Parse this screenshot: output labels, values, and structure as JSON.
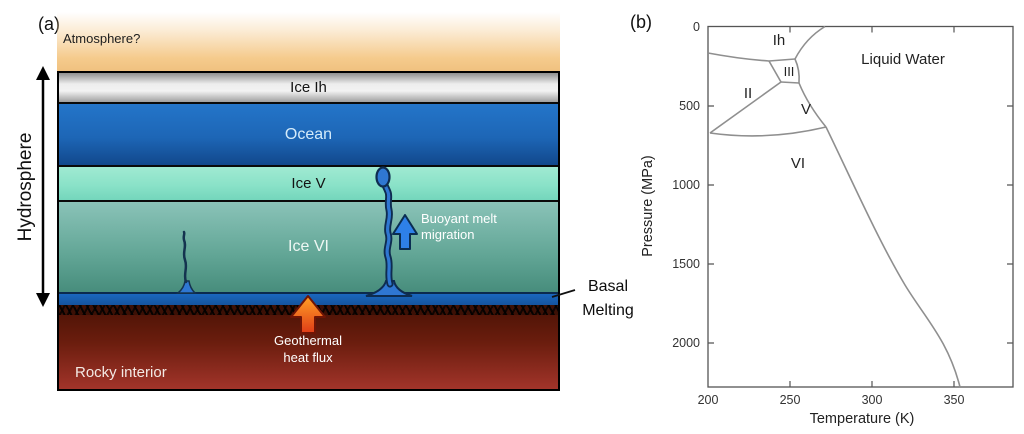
{
  "figure": {
    "panel_a": {
      "tag": "(a)",
      "atmosphere_label": "Atmosphere?",
      "hydrosphere_label": "Hydrosphere",
      "layers": [
        {
          "label": "Ice Ih"
        },
        {
          "label": "Ocean"
        },
        {
          "label": "Ice V"
        },
        {
          "label": "Ice VI"
        }
      ],
      "rocky_label": "Rocky interior",
      "buoyant_line1": "Buoyant melt",
      "buoyant_line2": "migration",
      "geo_line1": "Geothermal",
      "geo_line2": "heat flux",
      "basal_line1": "Basal",
      "basal_line2": "Melting",
      "colors": {
        "atmosphere": "#f5cb8d",
        "ice_ih": "#e0e0e0",
        "ocean_top": "#2475c9",
        "ocean_bottom": "#12488c",
        "ice_v": "#8ae2c8",
        "ice_vi_top": "#8ac3b8",
        "ice_vi_bottom": "#478d7c",
        "basal_melt_layer": "#1a67be",
        "rocky_top": "#4a1205",
        "rocky_bottom": "#a2342a",
        "melt_channel_fill": "#2f77d2",
        "melt_channel_outline": "#0e2c50",
        "buoyant_arrow": "#2e80e8",
        "geothermal_arrow_top": "#ffa127",
        "geothermal_arrow_bottom": "#e03c17"
      }
    },
    "panel_b": {
      "tag": "(b)"
    }
  },
  "chart_data": {
    "type": "line",
    "description": "Water phase diagram: pressure (inverted axis, 0 at top) vs temperature with stability fields of ices and liquid water",
    "xlabel": "Temperature (K)",
    "ylabel": "Pressure (MPa)",
    "xlim": [
      200,
      387
    ],
    "ylim_top_to_bottom": [
      0,
      2280
    ],
    "x_ticks": [
      "200",
      "250",
      "300",
      "350"
    ],
    "y_ticks": [
      "0",
      "500",
      "1000",
      "1500",
      "2000"
    ],
    "regions": [
      {
        "label": "Ih"
      },
      {
        "label": "II"
      },
      {
        "label": "III"
      },
      {
        "label": "V"
      },
      {
        "label": "VI"
      },
      {
        "label": "Liquid Water"
      }
    ],
    "boundaries": {
      "ih_liquid": [
        [
          273,
          0
        ],
        [
          262,
          80
        ],
        [
          254,
          209
        ]
      ],
      "ih_ii": [
        [
          200,
          165
        ],
        [
          221,
          200
        ],
        [
          238,
          215
        ]
      ],
      "ih_iii": [
        [
          238,
          215
        ],
        [
          254,
          209
        ]
      ],
      "ii_iii": [
        [
          238,
          215
        ],
        [
          246,
          348
        ]
      ],
      "iii_liquid": [
        [
          254,
          209
        ],
        [
          256,
          280
        ],
        [
          257,
          358
        ]
      ],
      "iii_v": [
        [
          246,
          348
        ],
        [
          257,
          358
        ]
      ],
      "ii_v": [
        [
          246,
          348
        ],
        [
          201,
          671
        ]
      ],
      "v_vi": [
        [
          201,
          671
        ],
        [
          238,
          702
        ],
        [
          273,
          632
        ]
      ],
      "v_liquid": [
        [
          257,
          358
        ],
        [
          266,
          490
        ],
        [
          273,
          632
        ]
      ],
      "vi_liquid": [
        [
          273,
          632
        ],
        [
          290,
          1000
        ],
        [
          310,
          1370
        ],
        [
          332,
          1790
        ],
        [
          347,
          2050
        ],
        [
          355,
          2280
        ]
      ]
    },
    "grid": false,
    "legend": "none"
  }
}
